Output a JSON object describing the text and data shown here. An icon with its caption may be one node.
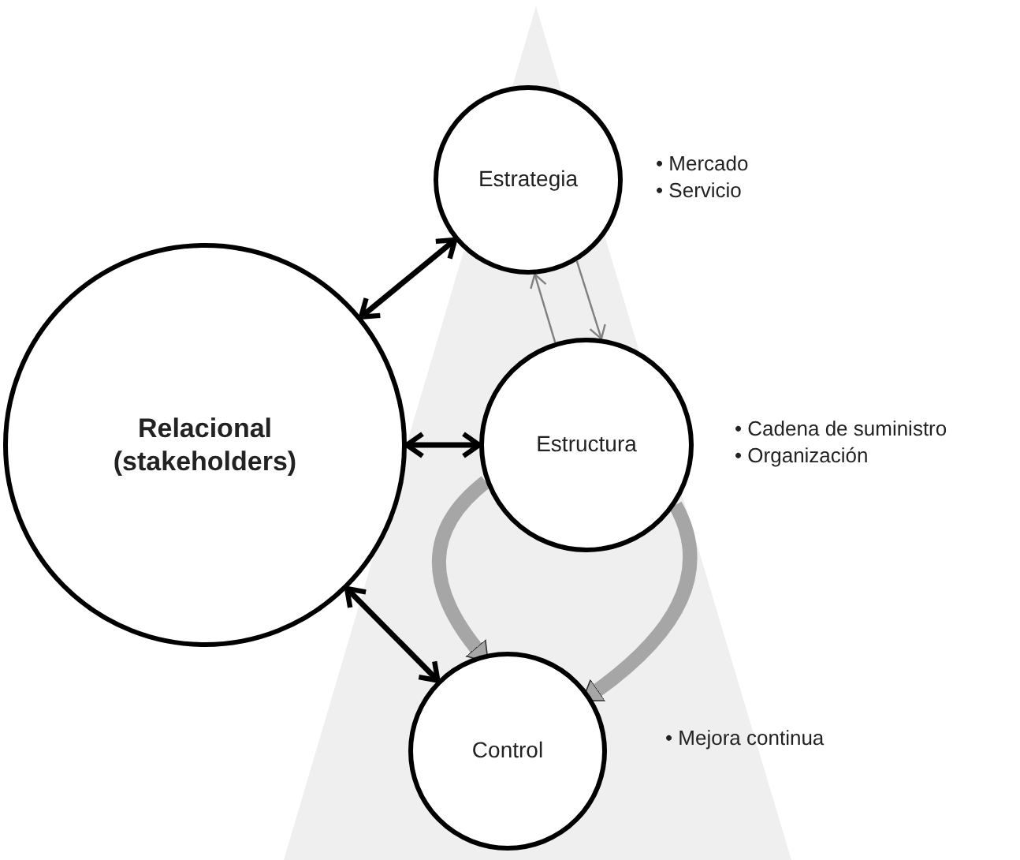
{
  "diagram": {
    "nodes": [
      {
        "text": [
          "Relacional (stakeholders)"
        ]
      },
      {
        "text": [
          "Estrategia"
        ],
        "beside": [
          "• Mercado",
          "• Servicio"
        ]
      },
      {
        "text": [
          "Estructura"
        ],
        "beside": [
          "• Cadena de suministro",
          "• Organización"
        ]
      },
      {
        "text": [
          "Control"
        ],
        "beside": [
          "• Mejora continua"
        ]
      }
    ],
    "edges": [
      {
        "from": 0,
        "to": 1,
        "arrow": "both"
      },
      {
        "from": 0,
        "to": 2,
        "arrow": "both"
      },
      {
        "from": 0,
        "to": 3,
        "arrow": "both"
      },
      {
        "from": 1,
        "to": 2,
        "arrow": "to",
        "color": "#808080"
      },
      {
        "from": 2,
        "to": 1,
        "arrow": "to",
        "color": "#808080"
      },
      {
        "from": 2,
        "to": 3,
        "arrow": "to",
        "style": "thick",
        "color": "#a6a6a6"
      },
      {
        "from": 2,
        "to": 3,
        "arrow": "to",
        "style": "thick",
        "color": "#a6a6a6"
      }
    ]
  }
}
